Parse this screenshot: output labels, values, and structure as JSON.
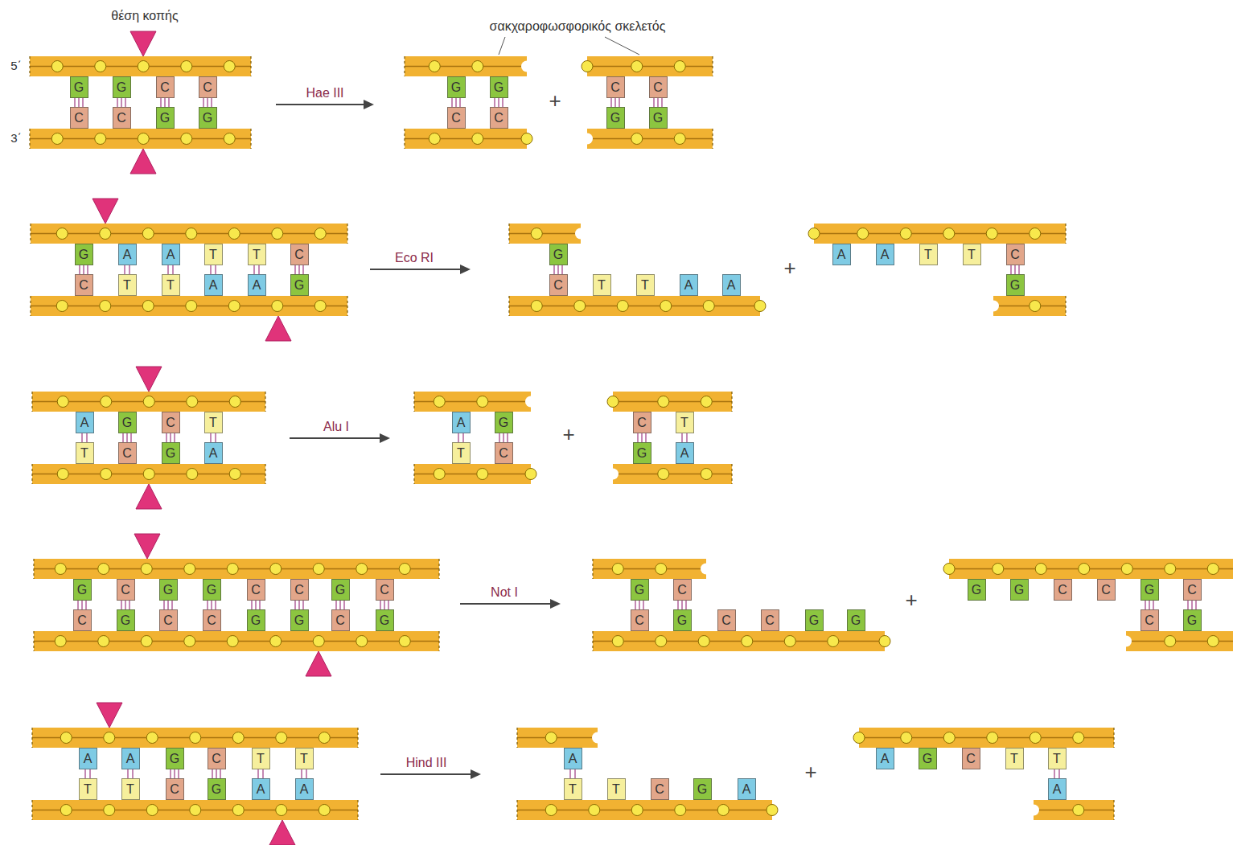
{
  "diagram": {
    "nodes": [
      {
        "text": [
          "G"
        ]
      },
      {
        "text": [
          "G"
        ]
      },
      {
        "text": [
          "C"
        ]
      },
      {
        "text": [
          "C"
        ]
      },
      {
        "text": [
          "C"
        ]
      },
      {
        "text": [
          "C"
        ]
      },
      {
        "text": [
          "G"
        ]
      },
      {
        "text": [
          "G"
        ]
      },
      {
        "text": [
          "G"
        ]
      },
      {
        "text": [
          "G"
        ]
      },
      {
        "text": [
          "C"
        ]
      },
      {
        "text": [
          "C"
        ]
      },
      {
        "text": [
          "C"
        ]
      },
      {
        "text": [
          "C"
        ]
      },
      {
        "text": [
          "G"
        ]
      },
      {
        "text": [
          "G"
        ]
      },
      {
        "text": [
          "G"
        ]
      },
      {
        "text": [
          "A"
        ]
      },
      {
        "text": [
          "A"
        ]
      },
      {
        "text": [
          "T"
        ]
      },
      {
        "text": [
          "T"
        ]
      },
      {
        "text": [
          "C"
        ]
      },
      {
        "text": [
          "C"
        ]
      },
      {
        "text": [
          "T"
        ]
      },
      {
        "text": [
          "T"
        ]
      },
      {
        "text": [
          "A"
        ]
      },
      {
        "text": [
          "A"
        ]
      },
      {
        "text": [
          "G"
        ]
      },
      {
        "text": [
          "G"
        ]
      },
      {
        "text": [
          "C"
        ]
      },
      {
        "text": [
          "T"
        ]
      },
      {
        "text": [
          "T"
        ]
      },
      {
        "text": [
          "A"
        ]
      },
      {
        "text": [
          "A"
        ]
      },
      {
        "text": [
          "A"
        ]
      },
      {
        "text": [
          "A"
        ]
      },
      {
        "text": [
          "T"
        ]
      },
      {
        "text": [
          "T"
        ]
      },
      {
        "text": [
          "C"
        ]
      },
      {
        "text": [
          "G"
        ]
      },
      {
        "text": [
          "A"
        ]
      },
      {
        "text": [
          "G"
        ]
      },
      {
        "text": [
          "C"
        ]
      },
      {
        "text": [
          "T"
        ]
      },
      {
        "text": [
          "T"
        ]
      },
      {
        "text": [
          "C"
        ]
      },
      {
        "text": [
          "G"
        ]
      },
      {
        "text": [
          "A"
        ]
      },
      {
        "text": [
          "A"
        ]
      },
      {
        "text": [
          "G"
        ]
      },
      {
        "text": [
          "T"
        ]
      },
      {
        "text": [
          "C"
        ]
      },
      {
        "text": [
          "C"
        ]
      },
      {
        "text": [
          "T"
        ]
      },
      {
        "text": [
          "G"
        ]
      },
      {
        "text": [
          "A"
        ]
      },
      {
        "text": [
          "G"
        ]
      },
      {
        "text": [
          "C"
        ]
      },
      {
        "text": [
          "G"
        ]
      },
      {
        "text": [
          "G"
        ]
      },
      {
        "text": [
          "C"
        ]
      },
      {
        "text": [
          "C"
        ]
      },
      {
        "text": [
          "G"
        ]
      },
      {
        "text": [
          "C"
        ]
      },
      {
        "text": [
          "C"
        ]
      },
      {
        "text": [
          "G"
        ]
      },
      {
        "text": [
          "C"
        ]
      },
      {
        "text": [
          "C"
        ]
      },
      {
        "text": [
          "G"
        ]
      },
      {
        "text": [
          "G"
        ]
      },
      {
        "text": [
          "C"
        ]
      },
      {
        "text": [
          "G"
        ]
      },
      {
        "text": [
          "G"
        ]
      },
      {
        "text": [
          "C"
        ]
      },
      {
        "text": [
          "C"
        ]
      },
      {
        "text": [
          "G"
        ]
      },
      {
        "text": [
          "C"
        ]
      },
      {
        "text": [
          "C"
        ]
      },
      {
        "text": [
          "G"
        ]
      },
      {
        "text": [
          "G"
        ]
      },
      {
        "text": [
          "G"
        ]
      },
      {
        "text": [
          "G"
        ]
      },
      {
        "text": [
          "C"
        ]
      },
      {
        "text": [
          "C"
        ]
      },
      {
        "text": [
          "G"
        ]
      },
      {
        "text": [
          "C"
        ]
      },
      {
        "text": [
          "C"
        ]
      },
      {
        "text": [
          "G"
        ]
      },
      {
        "text": [
          "A"
        ]
      },
      {
        "text": [
          "A"
        ]
      },
      {
        "text": [
          "G"
        ]
      },
      {
        "text": [
          "C"
        ]
      },
      {
        "text": [
          "T"
        ]
      },
      {
        "text": [
          "T"
        ]
      },
      {
        "text": [
          "T"
        ]
      },
      {
        "text": [
          "T"
        ]
      },
      {
        "text": [
          "C"
        ]
      },
      {
        "text": [
          "G"
        ]
      },
      {
        "text": [
          "A"
        ]
      },
      {
        "text": [
          "A"
        ]
      },
      {
        "text": [
          "A"
        ]
      },
      {
        "text": [
          "T"
        ]
      },
      {
        "text": [
          "T"
        ]
      },
      {
        "text": [
          "C"
        ]
      },
      {
        "text": [
          "G"
        ]
      },
      {
        "text": [
          "A"
        ]
      },
      {
        "text": [
          "A"
        ]
      },
      {
        "text": [
          "G"
        ]
      },
      {
        "text": [
          "C"
        ]
      },
      {
        "text": [
          "T"
        ]
      },
      {
        "text": [
          "T"
        ]
      },
      {
        "text": [
          "A"
        ]
      }
    ],
    "labels": [
      "θέση κοπής",
      "σακχαροφωσφορικός σκελετός",
      "5΄",
      "3΄",
      "Hae III",
      "+",
      "Eco RI",
      "+",
      "Alu I",
      "+",
      "Not I",
      "+",
      "Hind III",
      "+"
    ]
  }
}
